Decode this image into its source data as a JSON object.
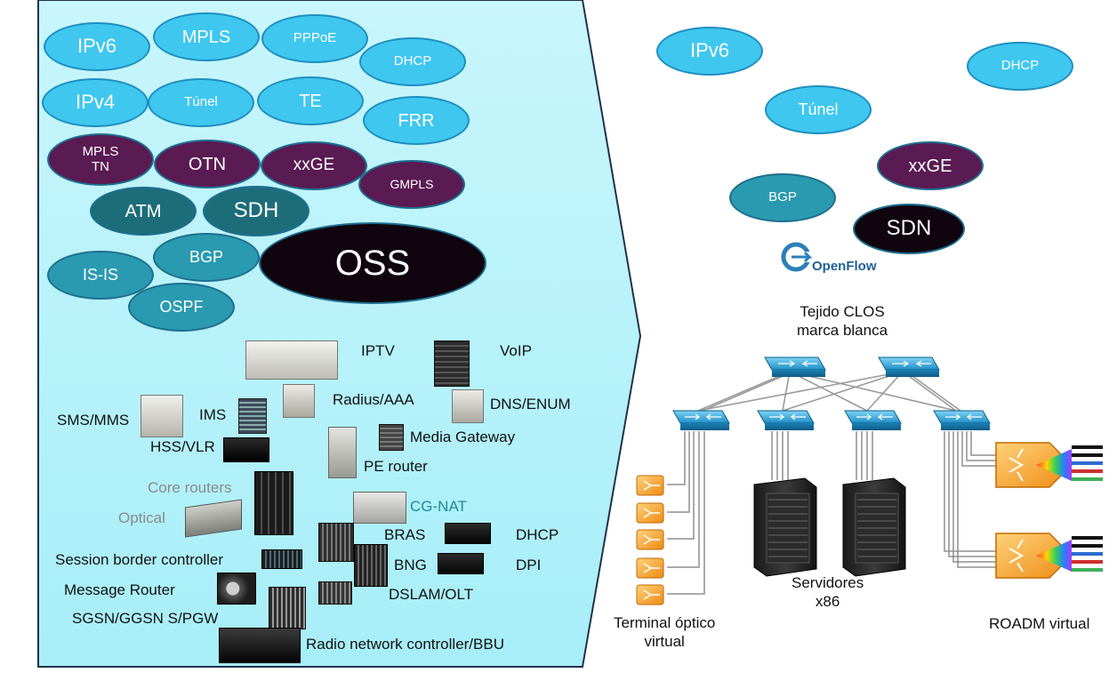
{
  "legacy": {
    "protocols": [
      {
        "text": "IPv6",
        "style": "lt"
      },
      {
        "text": "MPLS",
        "style": "lt"
      },
      {
        "text": "PPPoE",
        "style": "lt"
      },
      {
        "text": "DHCP",
        "style": "lt"
      },
      {
        "text": "IPv4",
        "style": "lt"
      },
      {
        "text": "Túnel",
        "style": "lt"
      },
      {
        "text": "TE",
        "style": "lt"
      },
      {
        "text": "FRR",
        "style": "lt"
      },
      {
        "text": "MPLS\nTN",
        "style": "pu"
      },
      {
        "text": "OTN",
        "style": "pu"
      },
      {
        "text": "xxGE",
        "style": "pu"
      },
      {
        "text": "GMPLS",
        "style": "pu"
      },
      {
        "text": "ATM",
        "style": "te"
      },
      {
        "text": "SDH",
        "style": "te"
      },
      {
        "text": "BGP",
        "style": "tm"
      },
      {
        "text": "OSS",
        "style": "bk"
      },
      {
        "text": "IS-IS",
        "style": "tm"
      },
      {
        "text": "OSPF",
        "style": "tm"
      }
    ],
    "equipment_labels": {
      "iptv": "IPTV",
      "voip": "VoIP",
      "radius": "Radius/AAA",
      "dns": "DNS/ENUM",
      "sms": "SMS/MMS",
      "ims": "IMS",
      "hss": "HSS/VLR",
      "media_gw": "Media Gateway",
      "pe_router": "PE router",
      "core_routers": "Core routers",
      "optical": "Optical",
      "cgnat": "CG-NAT",
      "bras": "BRAS",
      "dhcp": "DHCP",
      "bng": "BNG",
      "dpi": "DPI",
      "sbc": "Session border controller",
      "msg_router": "Message Router",
      "sgsn": "SGSN/GGSN S/PGW",
      "dslam": "DSLAM/OLT",
      "rnc": "Radio network controller/BBU"
    }
  },
  "virtual": {
    "protocols": [
      {
        "text": "IPv6",
        "style": "lt"
      },
      {
        "text": "DHCP",
        "style": "lt"
      },
      {
        "text": "Túnel",
        "style": "lt"
      },
      {
        "text": "xxGE",
        "style": "pu"
      },
      {
        "text": "BGP",
        "style": "tm"
      },
      {
        "text": "SDN",
        "style": "bk"
      }
    ],
    "openflow_label": "OpenFlow",
    "clos_label": "Tejido CLOS\nmarca blanca",
    "servers_label": "Servidores\nx86",
    "terminal_label": "Terminal óptico\nvirtual",
    "roadm_label": "ROADM virtual"
  },
  "colors": {
    "legacy_panel": "#bff3fb",
    "light_oval": "#3fc7ef",
    "purple_oval": "#5a1a52",
    "dark_teal_oval": "#1c6d78",
    "teal_oval": "#2a9ab0",
    "black_oval": "#10040e",
    "switch_blue": "#2fa7d8",
    "roadm_orange": "#f5a030"
  }
}
